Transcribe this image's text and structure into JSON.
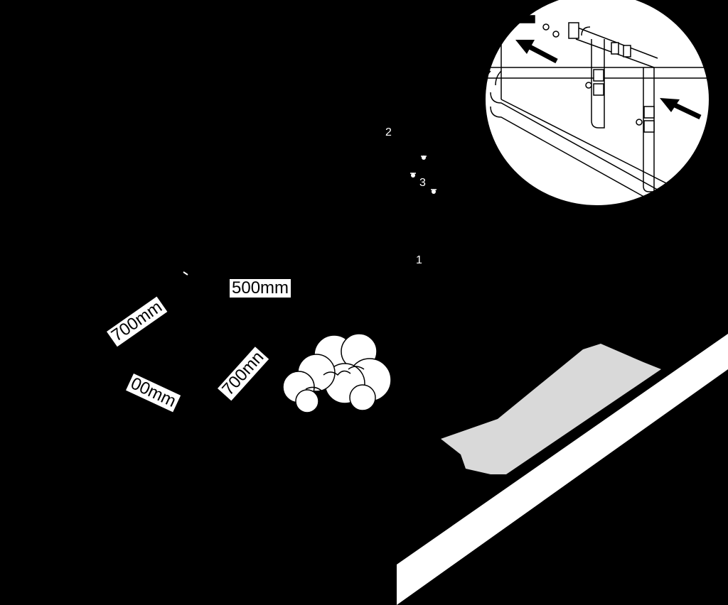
{
  "labels": {
    "dim_500": "500mm",
    "dim_700_a": "700mm",
    "dim_00": "00mm",
    "dim_700_b": "700mn",
    "num_1": "1",
    "num_2": "2",
    "num_3": "3"
  },
  "colors": {
    "background": "#000000",
    "line": "#ffffff",
    "fill_light": "#d9d9d9",
    "pipe": "#ffffff"
  },
  "icons": {
    "arrow_left": "arrow-left-icon",
    "arrow_right": "arrow-right-icon",
    "shrub": "shrub-icon"
  }
}
